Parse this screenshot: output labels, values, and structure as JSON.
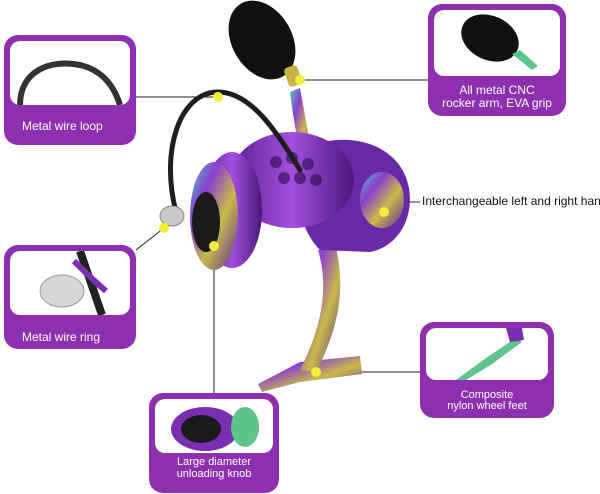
{
  "callouts": {
    "wire_loop": "Metal wire loop",
    "rocker_arm_line1": "All metal CNC",
    "rocker_arm_line2": "rocker arm, EVA grip",
    "hand_change": "Interchangeable left and right hand",
    "wire_ring": "Metal wire ring",
    "feet_line1": "Composite",
    "feet_line2": "nylon wheel feet",
    "knob_line1": "Large diameter",
    "knob_line2": "unloading knob"
  },
  "colors": {
    "card_purple": "#8e2fb0",
    "marker_yellow": "#f2ee3a",
    "leader_line": "#222222",
    "reel_purple": "#7a2fb3",
    "reel_rainbow_green": "#5ec48a",
    "reel_gold": "#c9b14a"
  }
}
